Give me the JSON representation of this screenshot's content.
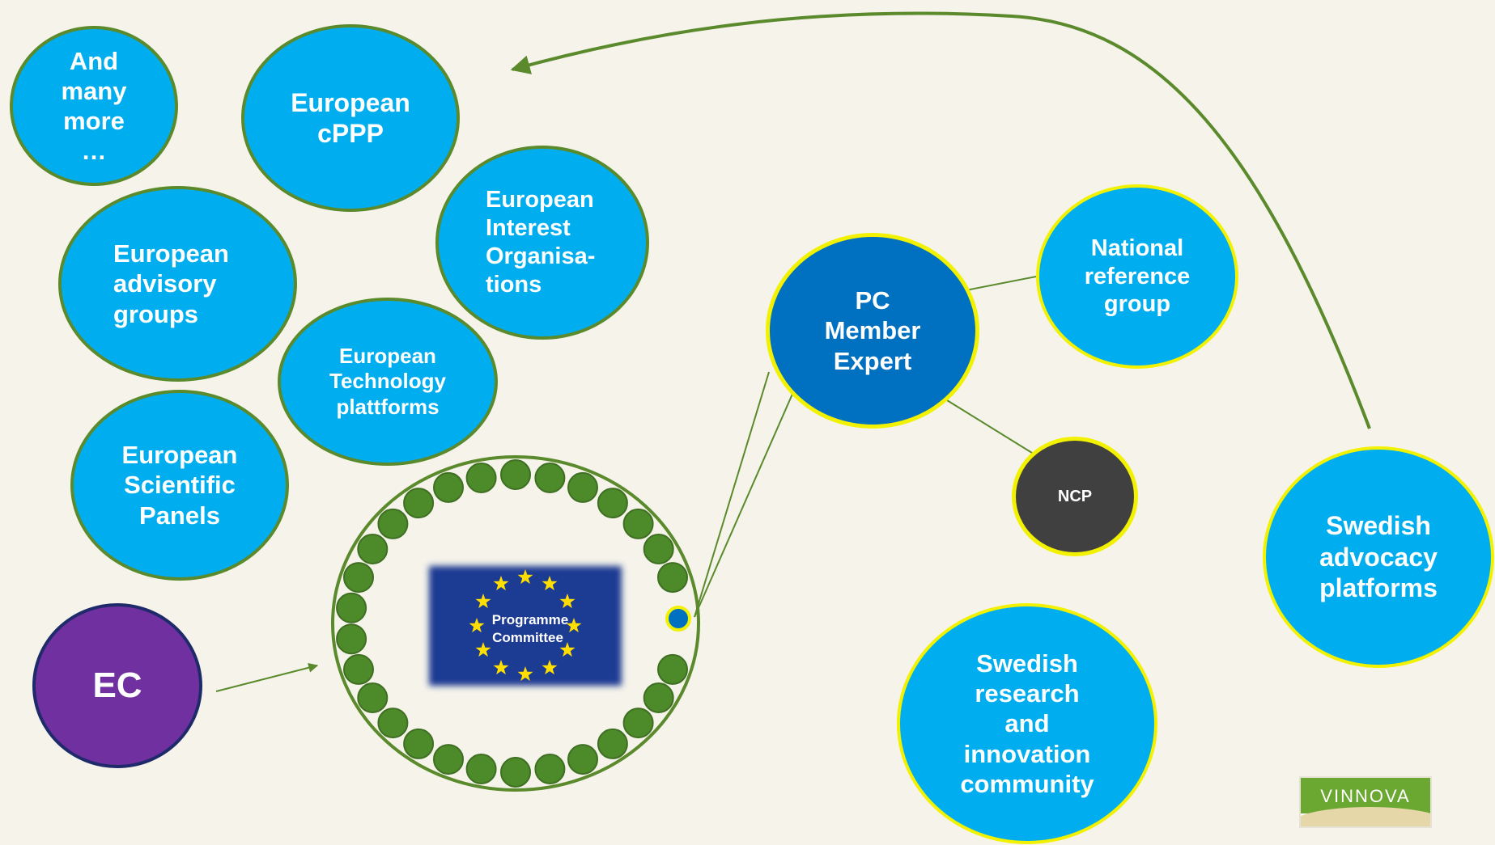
{
  "bubbles": {
    "and_many_more": "And\nmany\nmore\n…",
    "european_cppp": "European\ncPPP",
    "european_interest_orgs": "European\nInterest\nOrganisa-\ntions",
    "european_advisory_groups": "European\nadvisory\ngroups",
    "european_technology_platforms": "European\nTechnology\nplattforms",
    "european_scientific_panels": "European\nScientific\nPanels",
    "ec": "EC",
    "pc_member_expert": "PC\nMember\nExpert",
    "national_reference_group": "National\nreference\ngroup",
    "ncp": "NCP",
    "swedish_advocacy_platforms": "Swedish\nadvocacy\nplatforms",
    "swedish_research_community": "Swedish\nresearch\nand\ninnovation\ncommunity"
  },
  "programme_committee": {
    "label": "Programme\nCommittee",
    "member_seats": 30
  },
  "logo": {
    "text": "VINNOVA"
  },
  "colors": {
    "background": "#f5f3ea",
    "bubble_blue": "#00aeef",
    "dark_blue": "#0070c0",
    "green": "#5a8a2c",
    "seat_green": "#4d8a2a",
    "yellow": "#f2f200",
    "purple": "#7030a0",
    "ncp_gray": "#404040",
    "eu_flag": "#1f3a93",
    "eu_star": "#ffde00"
  }
}
